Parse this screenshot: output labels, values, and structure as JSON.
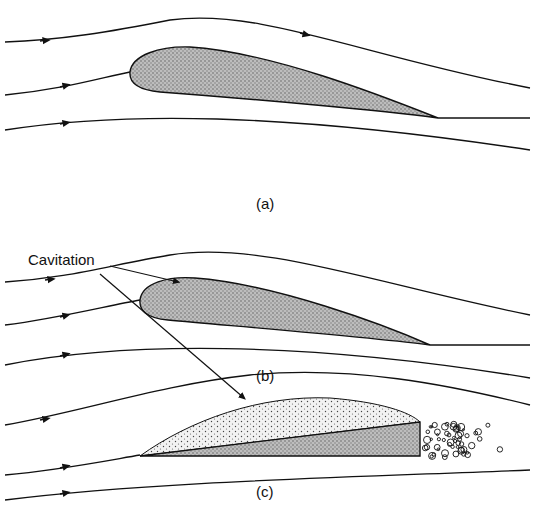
{
  "diagram": {
    "labels": [
      "Cavitation",
      "(a)",
      "(b)",
      "(c)"
    ]
  }
}
